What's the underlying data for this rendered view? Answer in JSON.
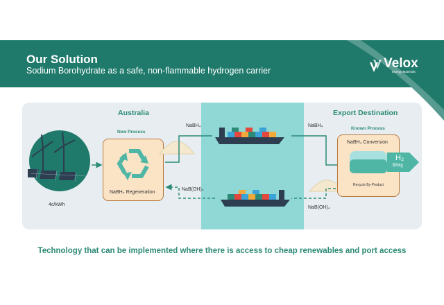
{
  "header": {
    "title": "Our Solution",
    "subtitle": "Sodium Borohydrate as a safe, non-flammable hydrogen carrier",
    "logo_name": "Velox",
    "logo_tagline": "Energy Materials"
  },
  "diagram": {
    "origin_label": "Australia",
    "destination_label": "Export Destination",
    "energy_cost": "4c/kWh",
    "new_process_label": "New Process",
    "new_process_caption": "NaBH₄ Regeneration",
    "known_process_label": "Known Process",
    "known_process_caption": "NaBH₄ Conversion",
    "outbound_left_label": "NaBH₄",
    "outbound_right_label": "NaBH₄",
    "return_left_label": "NaB(OH)₄",
    "return_right_label": "NaB(OH)₄",
    "hydrogen_label": "H₂",
    "hydrogen_price": "$5/kg",
    "byproduct_label": "Recycle By-Product"
  },
  "footer": {
    "tagline": "Technology that can be implemented where there is access to cheap renewables and port access"
  },
  "colors": {
    "brand": "#1f7a6b",
    "accent": "#2c8a77",
    "ocean": "#8fd8d6",
    "box_fill": "#fbe3c6",
    "box_border": "#b7793e"
  }
}
